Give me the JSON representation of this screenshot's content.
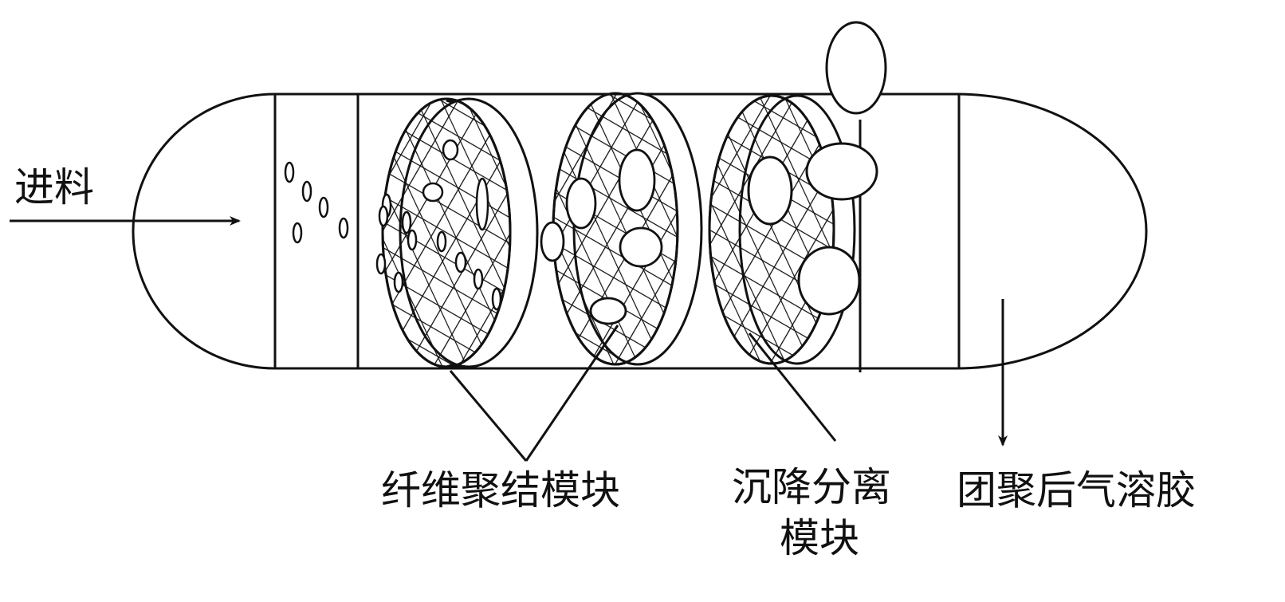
{
  "labels": {
    "feed": "进料",
    "coalescence_module": "纤维聚结模块",
    "sedimentation_line1": "沉降分离",
    "sedimentation_line2": "模块",
    "output": "团聚后气溶胶"
  },
  "colors": {
    "stroke": "#111111",
    "background": "#ffffff"
  }
}
